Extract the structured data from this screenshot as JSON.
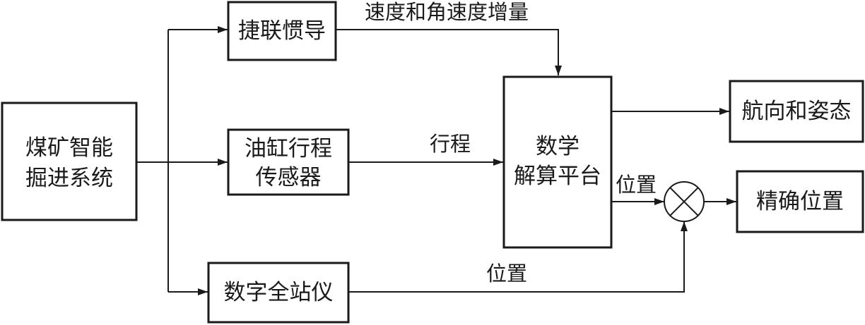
{
  "nodes": {
    "system": {
      "lines": [
        "煤矿智能",
        "掘进系统"
      ]
    },
    "ins": {
      "lines": [
        "捷联惯导"
      ]
    },
    "cylinder": {
      "lines": [
        "油缸行程",
        "传感器"
      ]
    },
    "total_station": {
      "lines": [
        "数字全站仪"
      ]
    },
    "platform": {
      "lines": [
        "数学",
        "解算平台"
      ]
    },
    "heading": {
      "lines": [
        "航向和姿态"
      ]
    },
    "precise": {
      "lines": [
        "精确位置"
      ]
    }
  },
  "edges": {
    "velocity_increment": "速度和角速度增量",
    "stroke": "行程",
    "platform_position": "位置",
    "station_position": "位置"
  },
  "colors": {
    "stroke": "#1a1a1a",
    "background": "#ffffff"
  }
}
